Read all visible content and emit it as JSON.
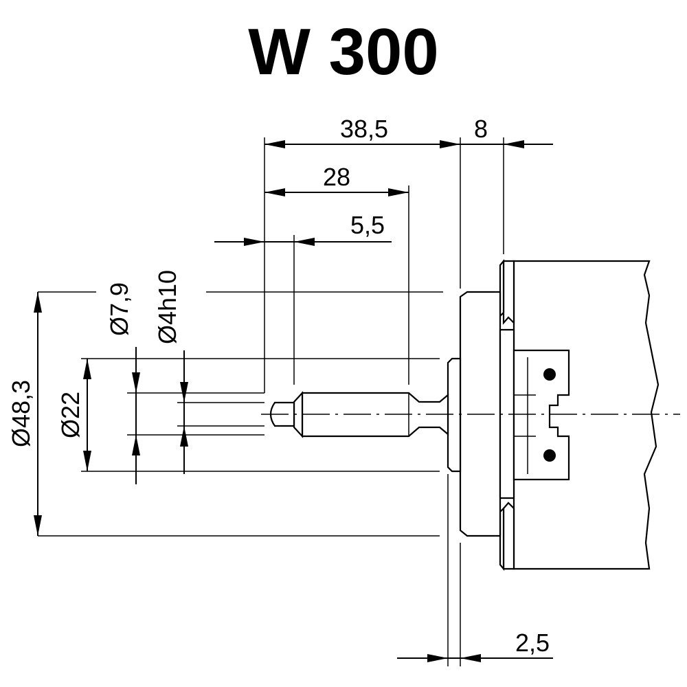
{
  "title": "W 300",
  "dimensions": {
    "d_38_5": "38,5",
    "d_8": "8",
    "d_28": "28",
    "d_5_5": "5,5",
    "d_7_9": "Ø7,9",
    "d_4h10": "Ø4h10",
    "d_48_3": "Ø48,3",
    "d_22": "Ø22",
    "d_2_5": "2,5"
  }
}
